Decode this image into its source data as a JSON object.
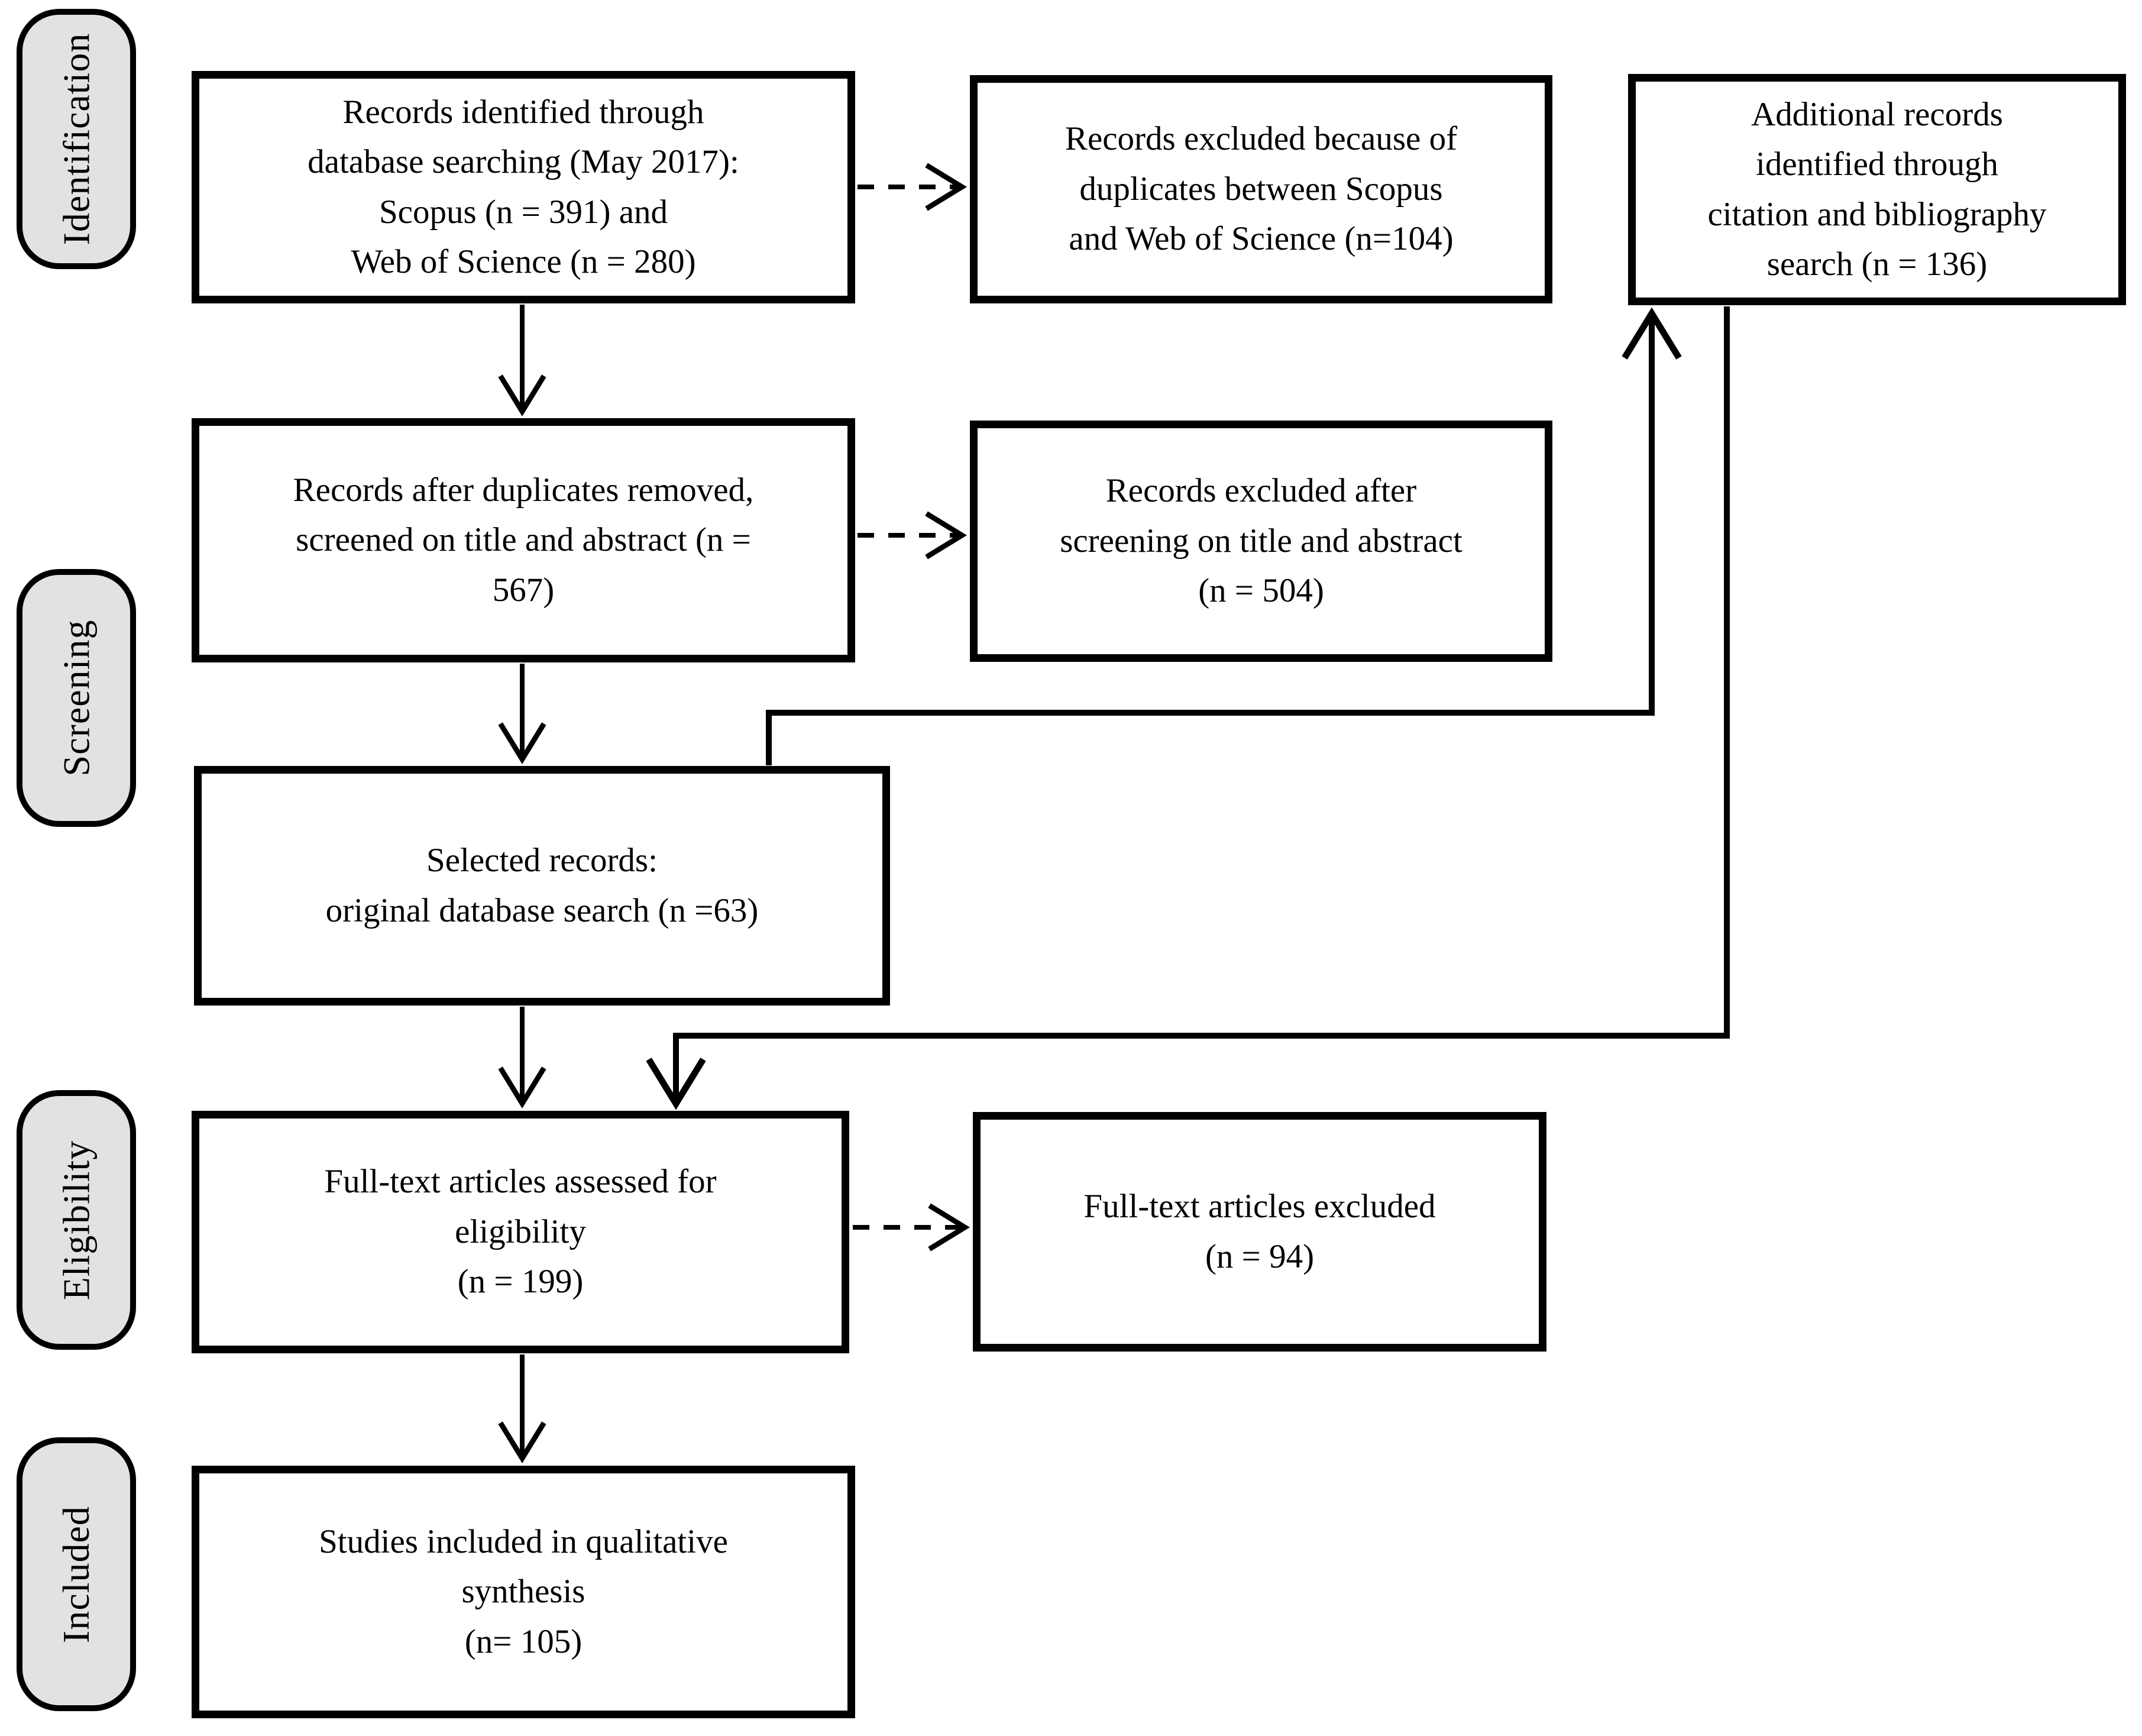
{
  "stages": [
    {
      "label": "Identification"
    },
    {
      "label": "Screening"
    },
    {
      "label": "Eligibility"
    },
    {
      "label": "Included"
    }
  ],
  "boxes": {
    "identified": {
      "text": "Records identified through\ndatabase searching (May 2017):\nScopus (n = 391) and\nWeb of Science (n = 280)"
    },
    "excluded_duplicates": {
      "text": "Records excluded because of\nduplicates between Scopus\nand Web of Science (n=104)"
    },
    "additional_records": {
      "text": "Additional records\nidentified through\ncitation and bibliography\nsearch (n = 136)"
    },
    "after_duplicates": {
      "text": "Records after duplicates removed,\nscreened on title and abstract (n =\n567)"
    },
    "excluded_screening": {
      "text": "Records excluded after\nscreening on title and abstract\n(n = 504)"
    },
    "selected_records": {
      "text": "Selected records:\noriginal database search (n =63)"
    },
    "fulltext_assessed": {
      "text": "Full-text articles assessed for\neligibility\n(n = 199)"
    },
    "fulltext_excluded": {
      "text": "Full-text articles excluded\n(n = 94)"
    },
    "included_studies": {
      "text": "Studies included in qualitative\nsynthesis\n(n= 105)"
    }
  },
  "colors": {
    "stage_fill": "#e2e2e2",
    "box_fill": "#ffffff",
    "ink": "#000000"
  }
}
